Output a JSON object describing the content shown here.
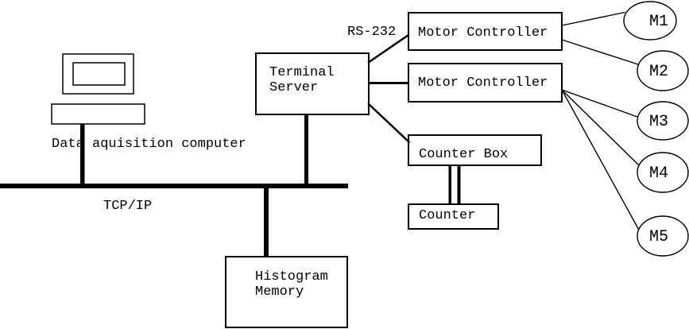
{
  "colors": {
    "background": "#ffffff",
    "stroke": "#000000",
    "text": "#000000"
  },
  "labels": {
    "data_acquisition": "Data aquisition computer",
    "network": "TCP/IP",
    "serial": "RS-232"
  },
  "nodes": {
    "terminal_server": {
      "line1": "Terminal",
      "line2": "Server"
    },
    "motor_controller_1": "Motor Controller",
    "motor_controller_2": "Motor Controller",
    "counter_box": "Counter Box",
    "counter": "Counter",
    "histogram_memory": {
      "line1": "Histogram",
      "line2": "Memory"
    }
  },
  "motors": [
    {
      "label": "M1"
    },
    {
      "label": "M2"
    },
    {
      "label": "M3"
    },
    {
      "label": "M4"
    },
    {
      "label": "M5"
    }
  ]
}
